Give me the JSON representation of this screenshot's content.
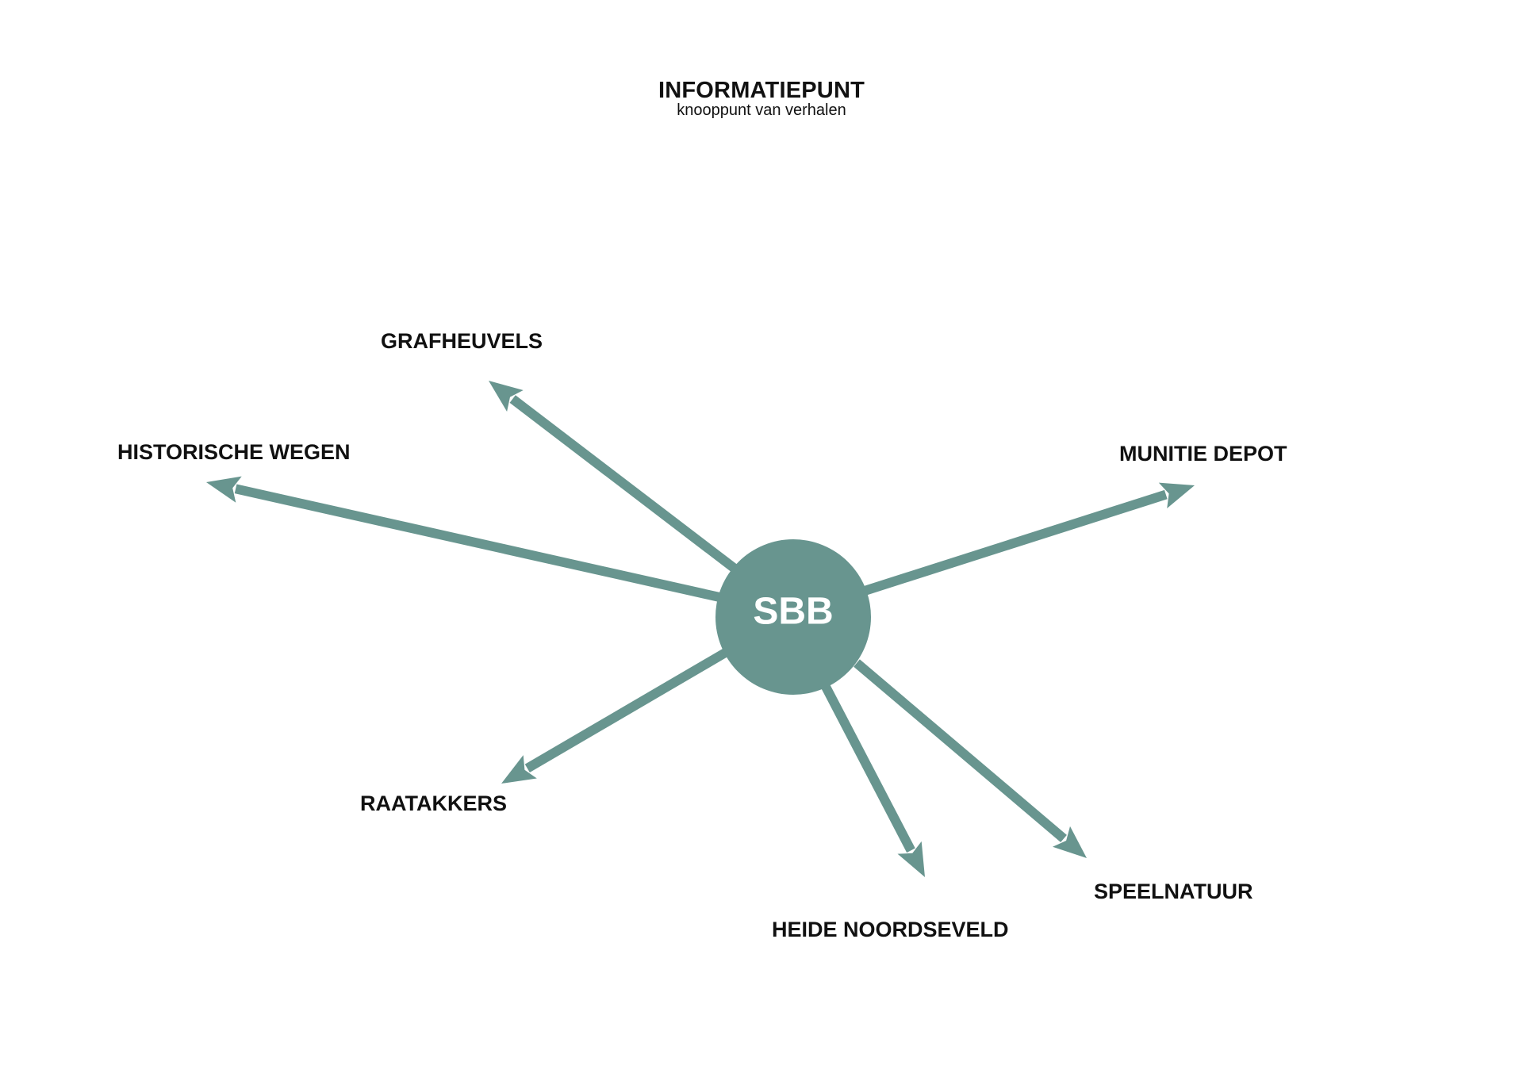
{
  "title": "INFORMATIEPUNT",
  "subtitle": "knooppunt van verhalen",
  "hub": {
    "label": "SBB"
  },
  "destinations": [
    {
      "id": "historische-wegen",
      "label": "HISTORISCHE WEGEN"
    },
    {
      "id": "grafheuvels",
      "label": "GRAFHEUVELS"
    },
    {
      "id": "munitie-depot",
      "label": "MUNITIE DEPOT"
    },
    {
      "id": "raatakkers",
      "label": "RAATAKKERS"
    },
    {
      "id": "heide-noordseveld",
      "label": "HEIDE NOORDSEVELD"
    },
    {
      "id": "speelnatuur",
      "label": "SPEELNATUUR"
    }
  ],
  "colors": {
    "accent": "#68958f",
    "text": "#111111",
    "background": "#ffffff"
  }
}
